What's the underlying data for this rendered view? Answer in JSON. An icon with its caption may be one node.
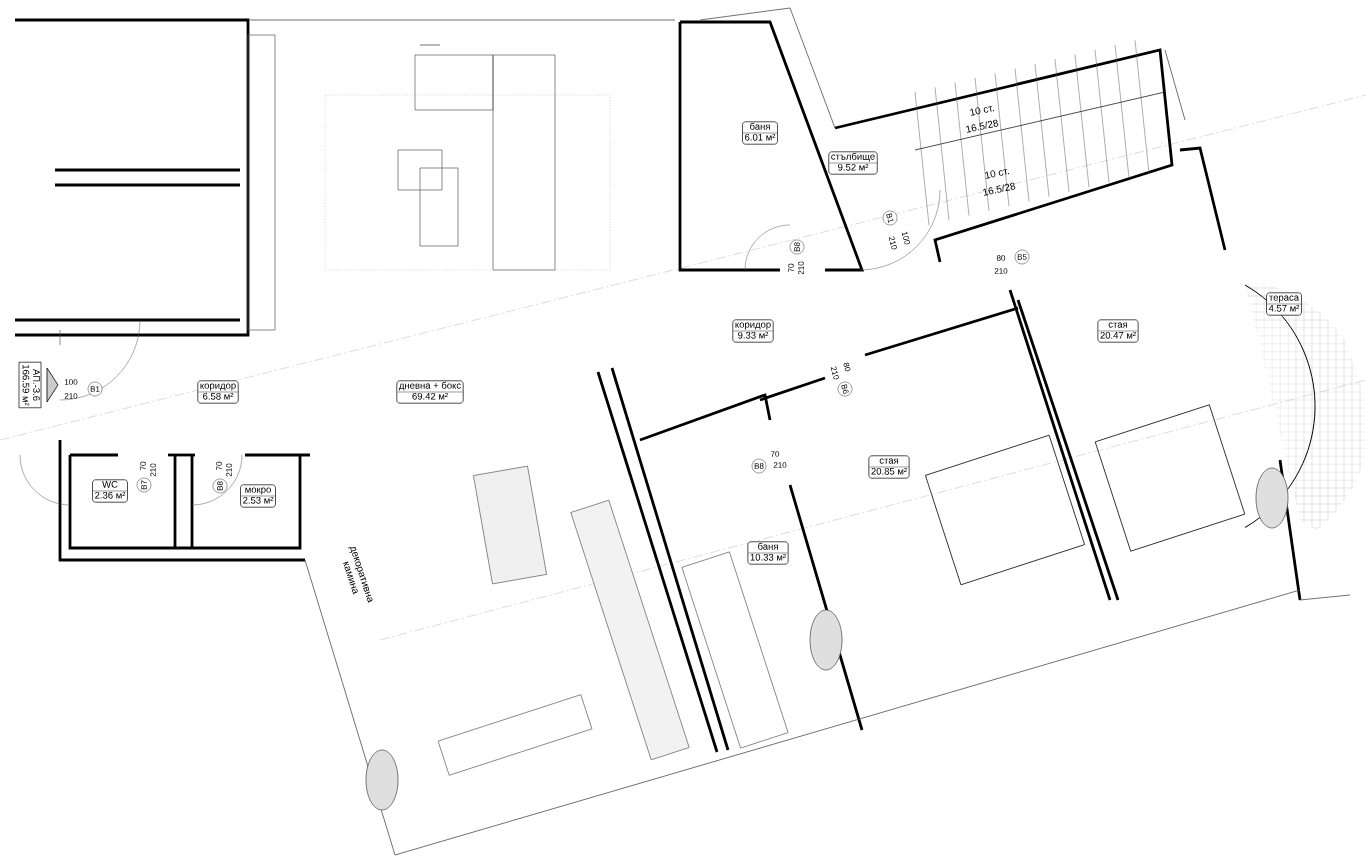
{
  "diagram": {
    "nodes": [
      {
        "text": [
          "баня",
          "6.01 м²"
        ]
      },
      {
        "text": [
          "стълбище",
          "9.52 м²"
        ]
      },
      {
        "text": [
          "коридор",
          "9.33 м²"
        ]
      },
      {
        "text": [
          "стая",
          "20.47 м²"
        ]
      },
      {
        "text": [
          "тераса",
          "4.57 м²"
        ]
      },
      {
        "text": [
          "АП.-3.6",
          "166.59 м²"
        ]
      },
      {
        "text": [
          "коридор",
          "6.58 м²"
        ]
      },
      {
        "text": [
          "дневна + бокс",
          "69.42 м²"
        ]
      },
      {
        "text": [
          "стая",
          "20.85 м²"
        ]
      },
      {
        "text": [
          "WC",
          "2.36 м²"
        ]
      },
      {
        "text": [
          "мокро",
          "2.53 м²"
        ]
      },
      {
        "text": [
          "баня",
          "10.33 м²"
        ]
      }
    ],
    "labels": [
      "100",
      "210",
      "B1",
      "70",
      "210",
      "B7",
      "70",
      "210",
      "B8",
      "70",
      "210",
      "B8",
      "B1",
      "100",
      "210",
      "80",
      "210",
      "B5",
      "80",
      "210",
      "B6",
      "70",
      "210",
      "B8",
      "10 ст.",
      "16.5/28",
      "10 ст.",
      "16.5/28",
      "декоративна камина"
    ]
  }
}
